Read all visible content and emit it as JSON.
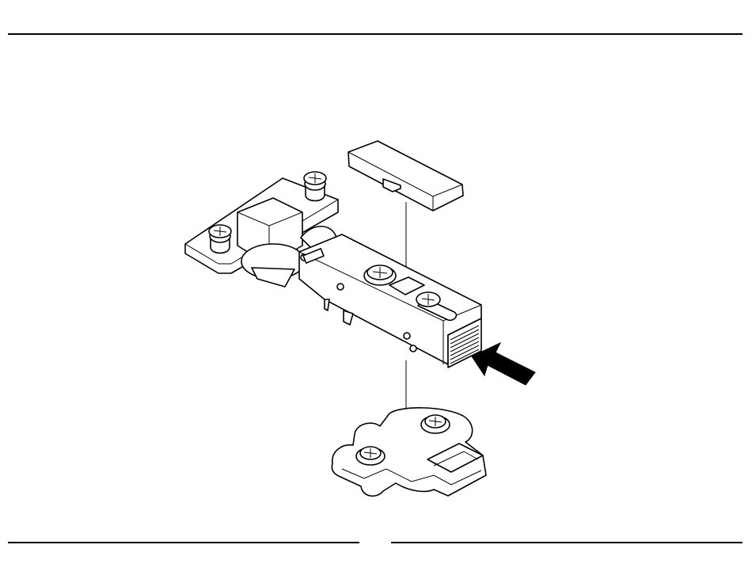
{
  "figure": {
    "kind": "exploded assembly drawing",
    "parts": [
      {
        "id": "cover-cap",
        "icon": "cover-cap-icon"
      },
      {
        "id": "hinge-cup",
        "icon": "hinge-cup-icon"
      },
      {
        "id": "hinge-arm",
        "icon": "hinge-arm-icon"
      },
      {
        "id": "mounting-plate",
        "icon": "mounting-plate-icon"
      },
      {
        "id": "press-arrow",
        "icon": "arrow-icon"
      }
    ],
    "colors": {
      "line": "#000000",
      "background": "#ffffff"
    }
  }
}
